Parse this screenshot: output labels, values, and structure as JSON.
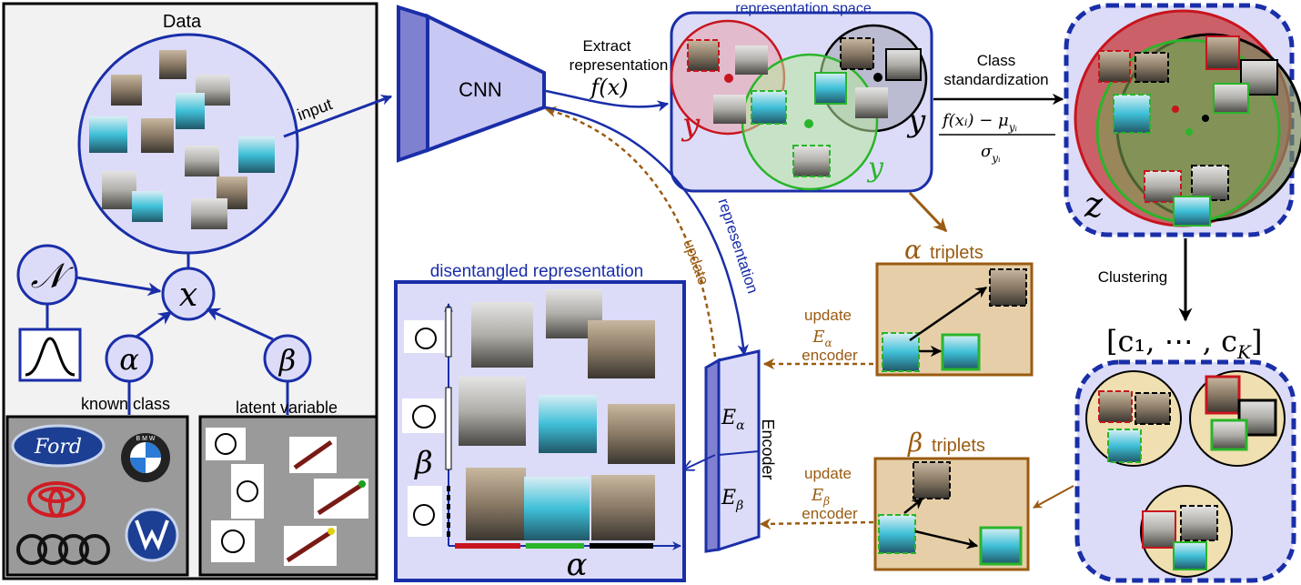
{
  "data_panel": {
    "title": "Data",
    "input_label": "input",
    "node_normal": "𝒩",
    "node_x": "x",
    "node_alpha": "α",
    "node_beta": "β",
    "known_class_label": "known class",
    "latent_variable_label": "latent variable",
    "brand_logos": [
      "Ford",
      "BMW",
      "Toyota",
      "Volkswagen",
      "Audi"
    ],
    "ford_text": "Ford",
    "bmw_text": "B M W"
  },
  "cnn": {
    "label": "CNN"
  },
  "extract": {
    "line1": "Extract",
    "line2": "representation",
    "formula": "f(x)"
  },
  "representation_space": {
    "title": "representation space",
    "label_y_red": "y",
    "label_y_green": "y",
    "label_y_black": "y"
  },
  "standardization": {
    "line1": "Class",
    "line2": "standardization",
    "numerator": "f(xᵢ) − μ",
    "numerator_sub": "yᵢ",
    "denominator": "σ",
    "denominator_sub": "yᵢ"
  },
  "z_space": {
    "label": "z"
  },
  "clustering": {
    "label": "Clustering",
    "centroids": "[c₁, ⋯ , c",
    "centroids_sub": "K",
    "centroids_end": "]"
  },
  "alpha_triplets": {
    "symbol": "α",
    "label": "triplets"
  },
  "beta_triplets": {
    "symbol": "β",
    "label": "triplets"
  },
  "updates": {
    "update_cnn": "update",
    "representation": "representation",
    "update_alpha_line1": "update",
    "update_alpha_sym": "E",
    "update_alpha_sub": "α",
    "update_alpha_line3": "encoder",
    "update_beta_line1": "update",
    "update_beta_sym": "E",
    "update_beta_sub": "β",
    "update_beta_line3": "encoder"
  },
  "encoder": {
    "label": "Encoder",
    "e_alpha": "E",
    "e_alpha_sub": "α",
    "e_beta": "E",
    "e_beta_sub": "β"
  },
  "disentangled": {
    "title": "disentangled representation",
    "axis_alpha": "α",
    "axis_beta": "β"
  },
  "colors": {
    "blue": "#1a2ea8",
    "lavender": "#dcdcf8",
    "brown": "#9a5b12",
    "tan": "#e6cfa8",
    "red": "#c8141e",
    "green": "#2ab52a",
    "black": "#000000",
    "panel_gray": "#f2f2f2",
    "logo_gray": "#9a9a9a"
  }
}
